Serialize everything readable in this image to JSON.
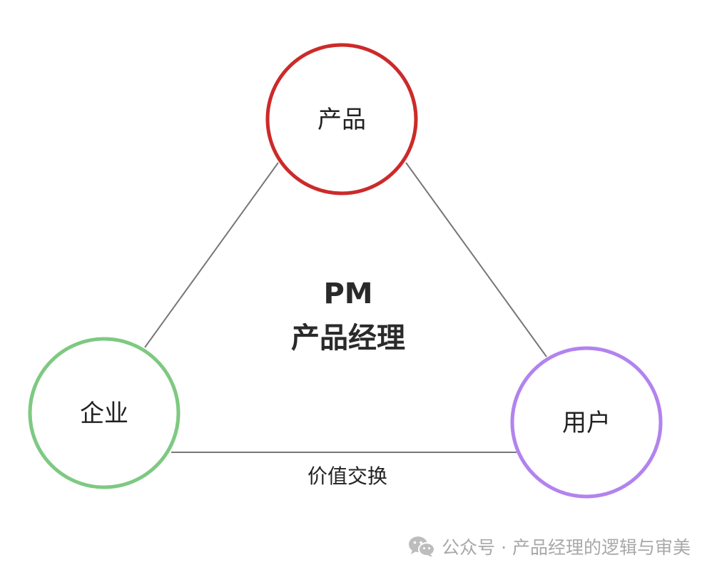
{
  "diagram": {
    "center": {
      "line1": "PM",
      "line2": "产品经理"
    },
    "nodes": {
      "product": {
        "label": "产品",
        "color": "#cc2a2a"
      },
      "enterprise": {
        "label": "企业",
        "color": "#7ec982"
      },
      "user": {
        "label": "用户",
        "color": "#b283ef"
      }
    },
    "edges": {
      "enterprise_user": {
        "label": "价值交换"
      }
    },
    "line_color": "#777777"
  },
  "watermark": {
    "icon": "wechat-icon",
    "text": "公众号 · 产品经理的逻辑与审美"
  }
}
